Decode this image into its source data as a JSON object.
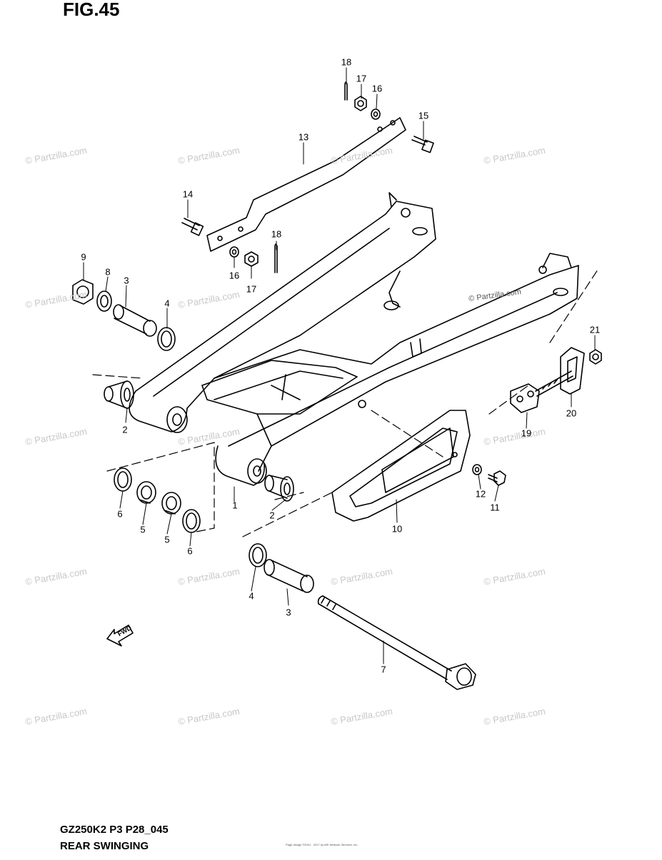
{
  "header": {
    "figure": "FIG.45"
  },
  "footer": {
    "model_code": "GZ250K2 P3 P28_045",
    "section_name": "REAR SWINGING",
    "fine_print": "Page design ©2001 - 2017 by ARI Network Services, Inc."
  },
  "watermark": "© Partzilla.com",
  "fwd_label": "FWD",
  "callouts": [
    "1",
    "2",
    "2",
    "3",
    "3",
    "4",
    "4",
    "5",
    "5",
    "6",
    "6",
    "7",
    "8",
    "9",
    "10",
    "11",
    "12",
    "13",
    "14",
    "15",
    "16",
    "16",
    "17",
    "17",
    "18",
    "18",
    "19",
    "20",
    "21"
  ],
  "colors": {
    "line": "#000000",
    "watermark": "#c8c8c8"
  }
}
